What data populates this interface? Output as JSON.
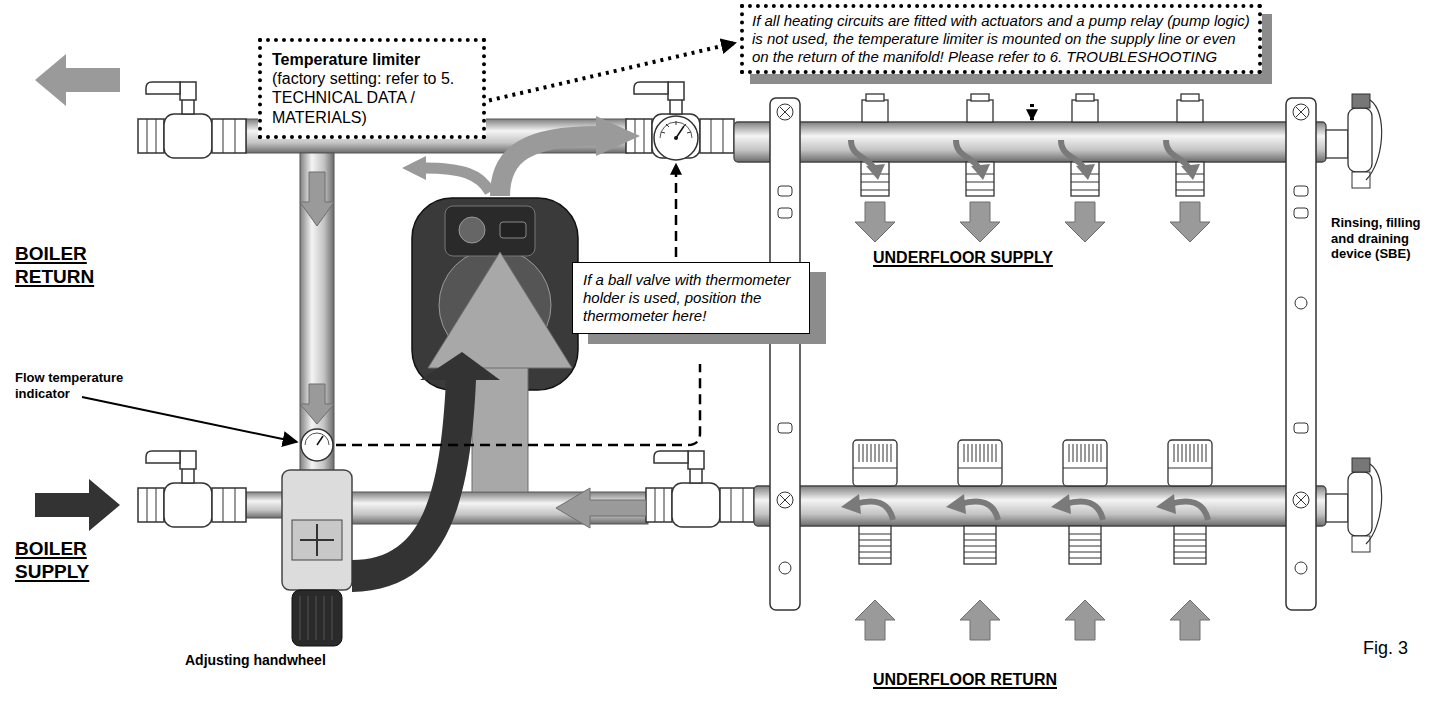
{
  "diagram": {
    "caption": "Fig. 3",
    "nodes": [
      {
        "text": [
          "Temperature limiter",
          "(factory setting: refer to 5. TECHNICAL DATA / MATERIALS)"
        ]
      },
      {
        "text": [
          "If all heating circuits are fitted with actuators and a pump relay (pump logic) is not used, the temperature limiter is mounted on the supply line or even on the return of the manifold! Please refer to 6. TROUBLESHOOTING"
        ]
      },
      {
        "text": [
          "If a ball valve with thermometer holder is used, position the thermometer here!"
        ]
      }
    ],
    "edges": [
      {
        "from": 0,
        "to": 1,
        "arrow": "to"
      }
    ],
    "labels": [
      "BOILER RETURN",
      "Flow temperature indicator",
      "BOILER SUPPLY",
      "Adjusting handwheel",
      "UNDERFLOOR SUPPLY",
      "Rinsing, filling and draining device (SBE)",
      "UNDERFLOOR RETURN"
    ]
  }
}
